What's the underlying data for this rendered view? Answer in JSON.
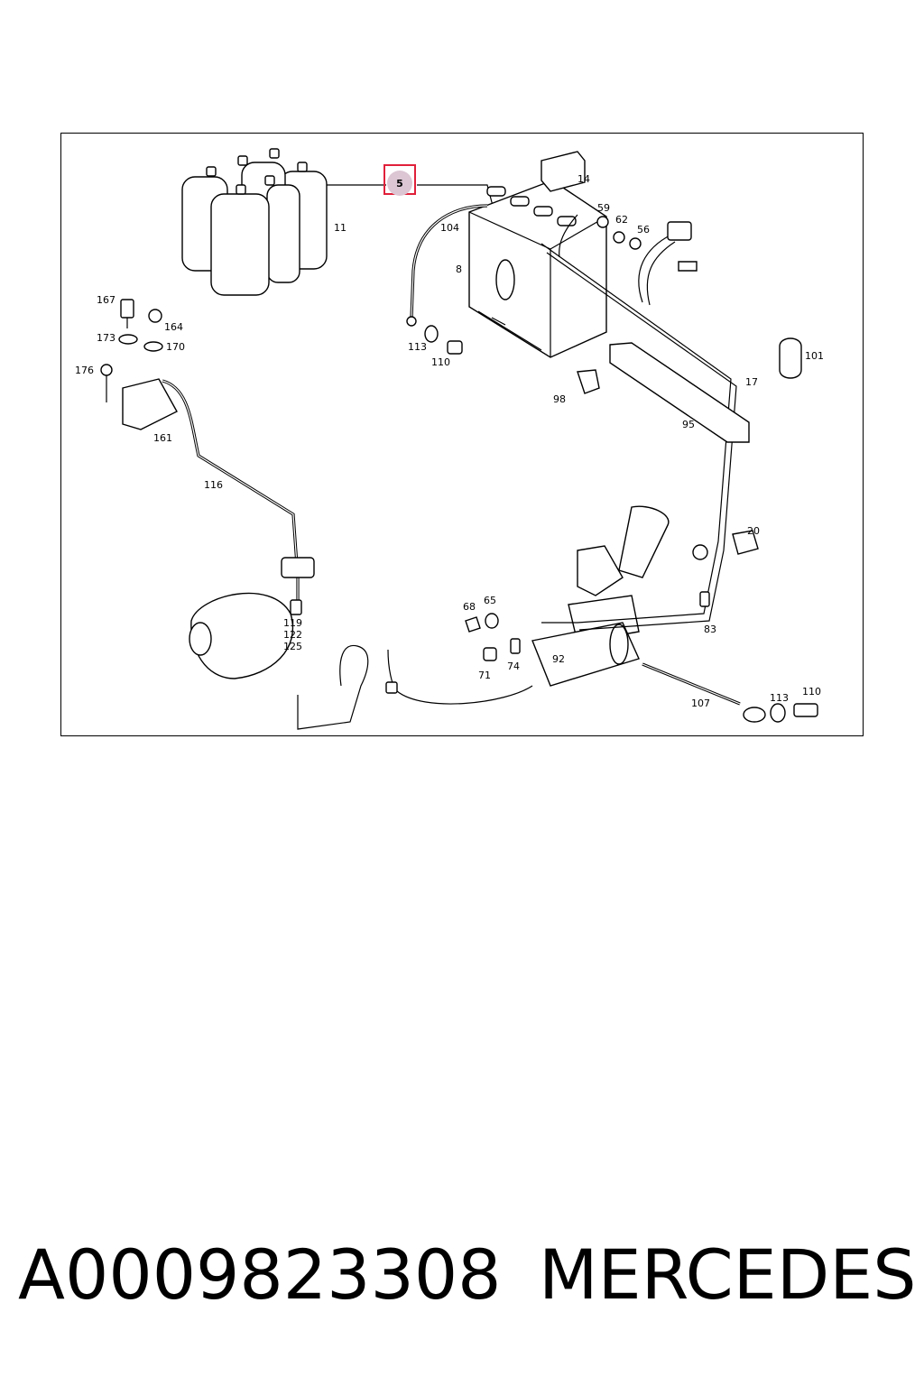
{
  "diagram": {
    "highlight": {
      "label": "5",
      "fill": "#dcc6d3",
      "border": "#e0203a"
    },
    "labels": {
      "l11": "11",
      "l14": "14",
      "l104": "104",
      "l59": "59",
      "l62": "62",
      "l56": "56",
      "l8": "8",
      "l167": "167",
      "l164": "164",
      "l173": "173",
      "l170": "170",
      "l176": "176",
      "l161": "161",
      "l113a": "113",
      "l110a": "110",
      "l101": "101",
      "l98": "98",
      "l17": "17",
      "l95": "95",
      "l116": "116",
      "l20": "20",
      "l68": "68",
      "l65": "65",
      "l83": "83",
      "l119": "119",
      "l122": "122",
      "l125": "125",
      "l71": "71",
      "l74": "74",
      "l92": "92",
      "l107": "107",
      "l113b": "113",
      "l110b": "110"
    }
  },
  "caption": {
    "part_number": "A0009823308",
    "brand": "MERCEDES"
  }
}
